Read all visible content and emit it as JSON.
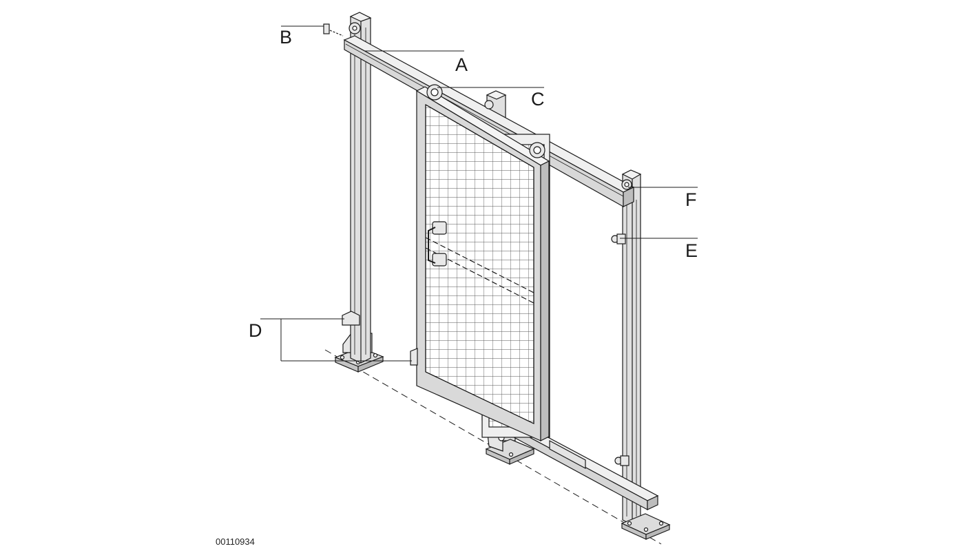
{
  "callouts": {
    "a": "A",
    "b": "B",
    "c": "C",
    "d": "D",
    "e": "E",
    "f": "F"
  },
  "drawing_number": "00110934",
  "colors": {
    "line": "#1a1a1a",
    "frame_fill": "#d9d9d9",
    "frame_light": "#eeeeee",
    "frame_dark": "#b3b3b3",
    "mesh": "#444444",
    "background": "#ffffff"
  }
}
